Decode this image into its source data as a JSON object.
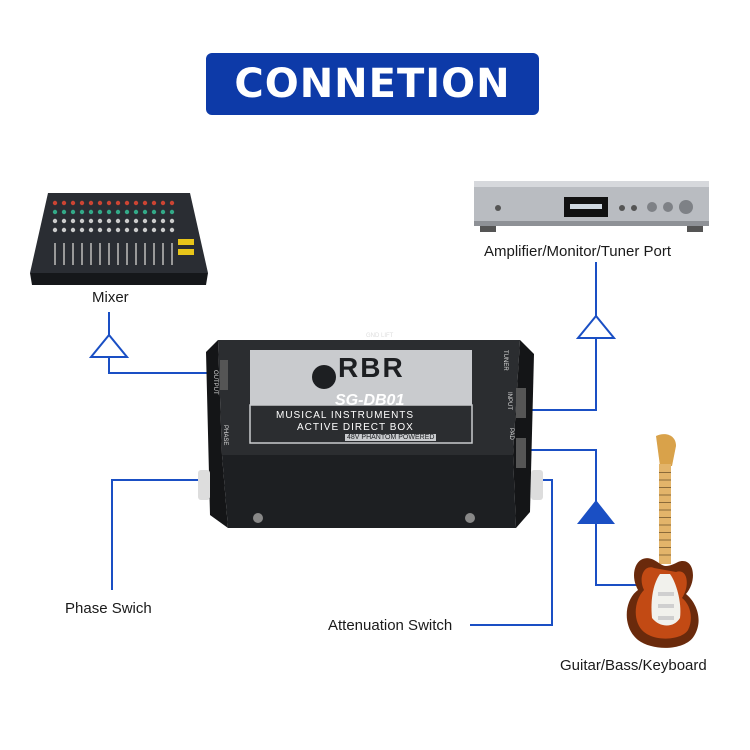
{
  "title": "CONNETION",
  "labels": {
    "mixer": "Mixer",
    "amplifier": "Amplifier/Monitor/Tuner Port",
    "phase": "Phase Swich",
    "attenuation": "Attenuation Switch",
    "guitar": "Guitar/Bass/Keyboard"
  },
  "box": {
    "brand": "RBR",
    "model": "SG-DB01",
    "line1": "MUSICAL INSTRUMENTS",
    "line2": "ACTIVE DIRECT BOX",
    "line3": "48V PHANTOM POWERED",
    "gnd": "GND LIFT",
    "output": "OUTPUT",
    "phase": "PHASE",
    "tuner": "TUNER",
    "input": "INPUT",
    "pad": "PAD"
  },
  "colors": {
    "banner": "#0d3aa8",
    "wire": "#1a4fc4"
  }
}
